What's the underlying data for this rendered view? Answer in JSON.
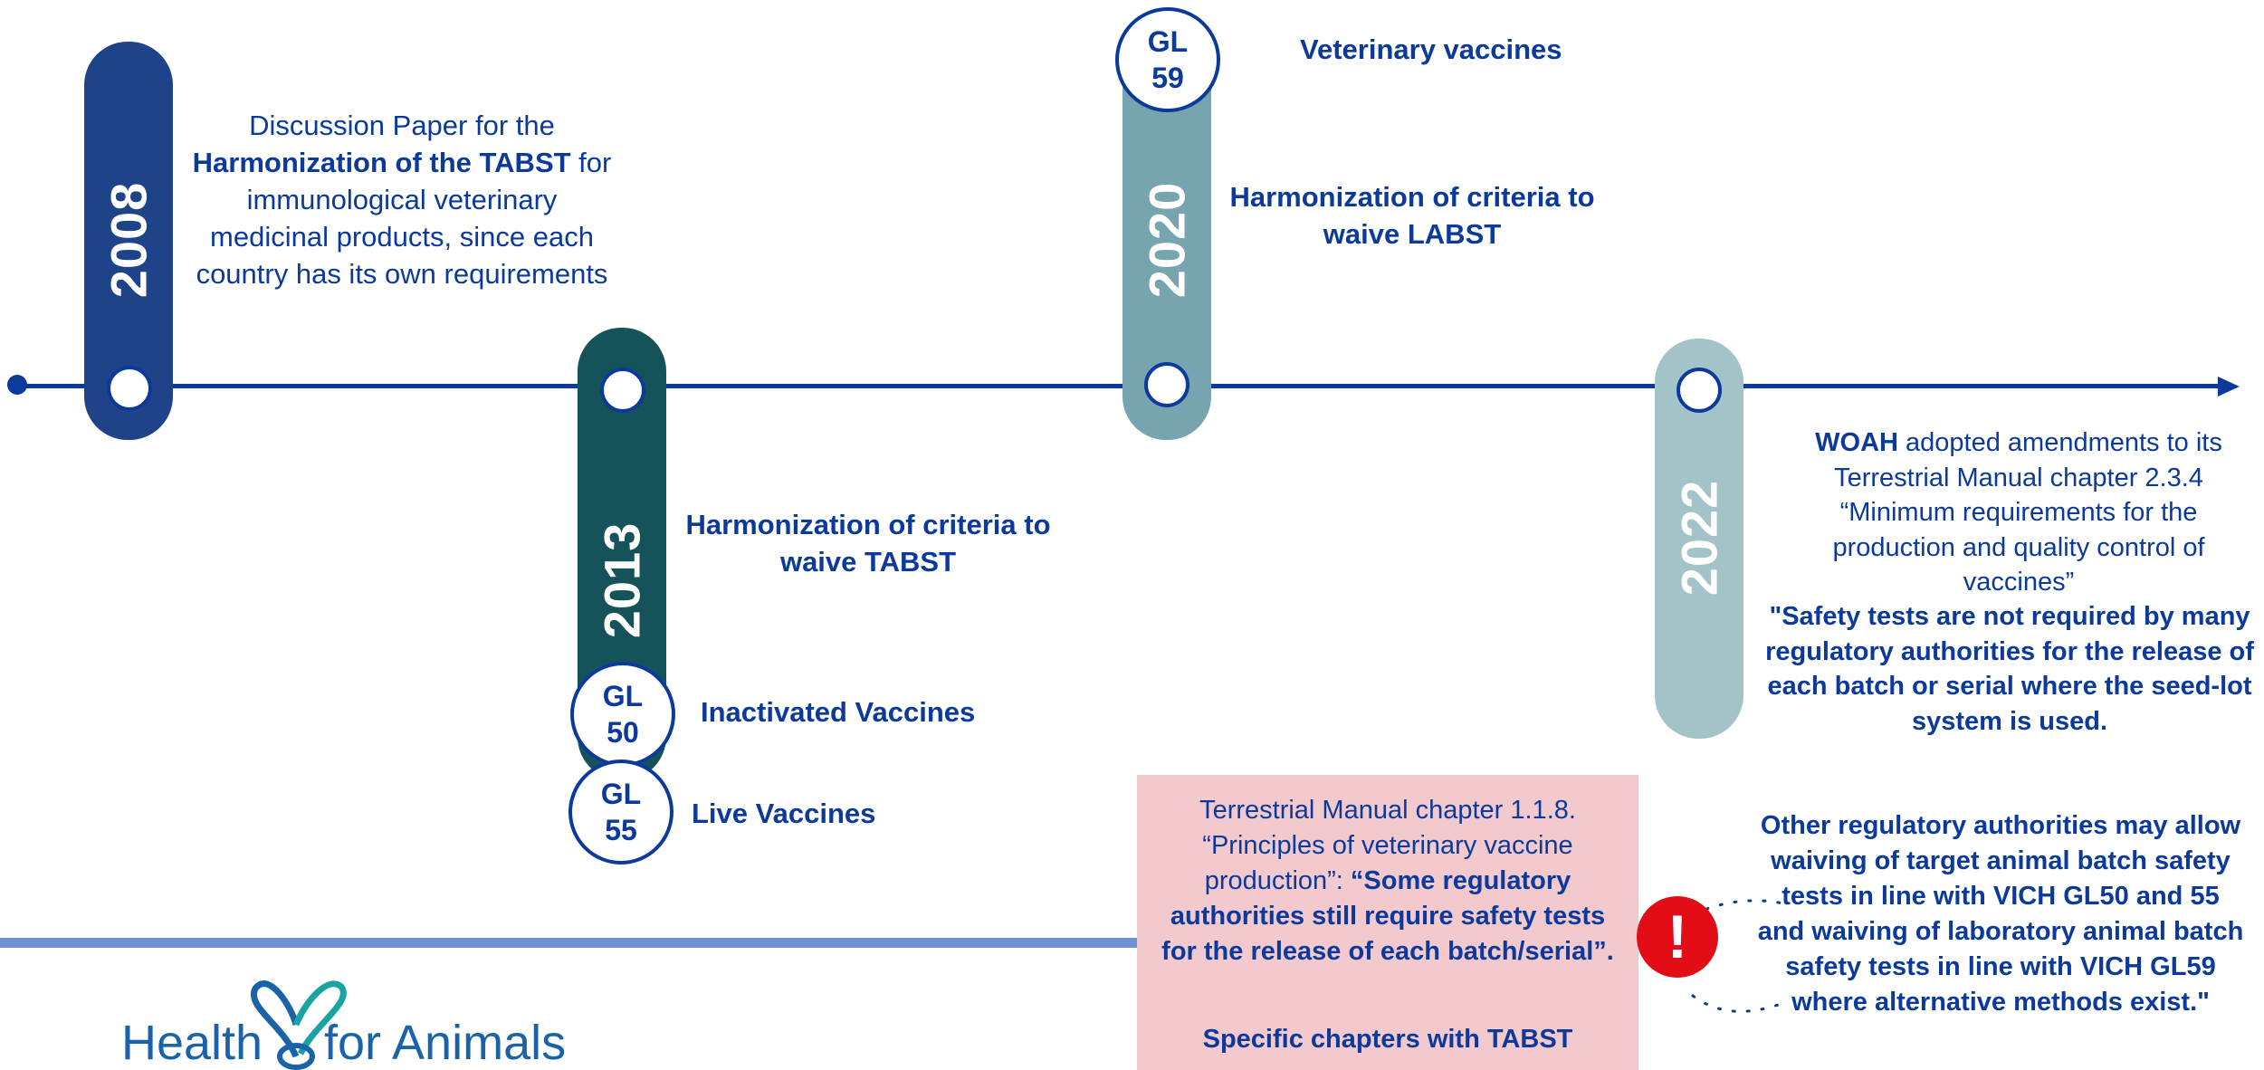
{
  "timeline": {
    "events": [
      {
        "year": "2008",
        "color": "#1e4389",
        "text_pre": "Discussion Paper for the ",
        "text_bold": "Harmonization of the TABST",
        "text_post": " for immunological veterinary medicinal products, since each country has its own requirements"
      },
      {
        "year": "2013",
        "color": "#16525a",
        "title": "Harmonization of criteria to waive TABST",
        "guidelines": [
          {
            "num1": "GL",
            "num2": "50",
            "label": "Inactivated Vaccines"
          },
          {
            "num1": "GL",
            "num2": "55",
            "label": "Live Vaccines"
          }
        ]
      },
      {
        "year": "2020",
        "color": "#76a5b0",
        "title": "Harmonization of criteria to waive LABST",
        "guidelines": [
          {
            "num1": "GL",
            "num2": "59",
            "label": "Veterinary vaccines"
          }
        ]
      },
      {
        "year": "2022",
        "color": "#a2c4c9",
        "text_bold_lead": "WOAH",
        "text_body": " adopted amendments to its Terrestrial Manual chapter 2.3.4 “Minimum requirements for the production and quality control of vaccines”",
        "quote": "\"Safety tests are not required by many regulatory authorities for the release of each batch or serial where the seed-lot system is used."
      }
    ],
    "line_color": "#0b3a9c"
  },
  "manual_box": {
    "line1": "Terrestrial Manual chapter 1.1.8.",
    "line2": "“Principles of veterinary vaccine",
    "line3_plain": "production”: ",
    "line3_bold": "“Some regulatory",
    "bold_rest": "authorities still require safety tests for the release of each batch/serial”.",
    "footer": "Specific chapters with TABST",
    "bg_color": "#f2c9cc"
  },
  "alert": {
    "icon": "exclamation-icon",
    "color": "#e30d18",
    "text": "Other regulatory authorities may allow waiving of target animal batch safety tests in line with VICH GL50 and 55 and waiving of laboratory animal batch safety tests in line with VICH GL59 where alternative methods exist.\""
  },
  "logo": {
    "text_left": "Health",
    "text_right": "for Animals",
    "color": "#1b63a8",
    "accent": "#1aa3a3"
  },
  "divider_color": "#6f93d2"
}
